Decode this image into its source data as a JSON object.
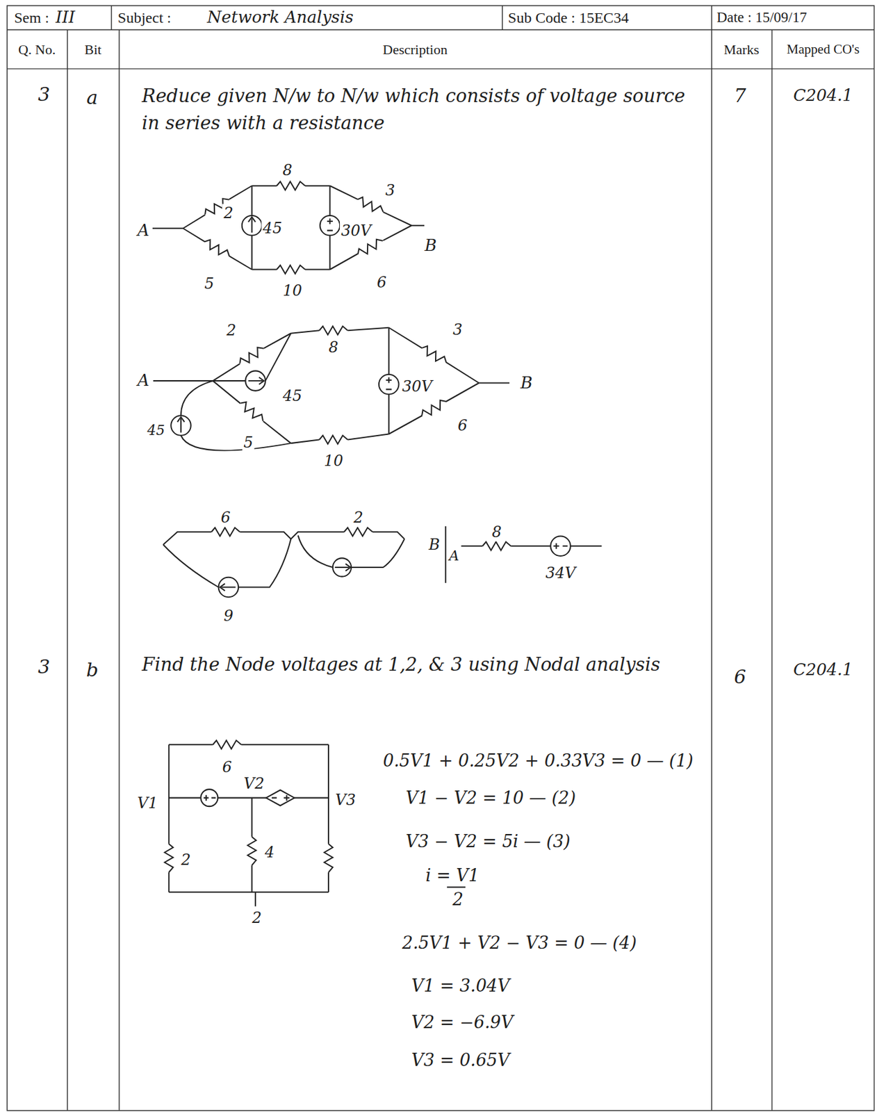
{
  "diagram": {
    "labels": [
      "Sem :",
      "III",
      "Subject :",
      "Network Analysis",
      "Sub Code : 15EC34",
      "Date : 15/09/17",
      "Q. No.",
      "Bit",
      "Description",
      "Marks",
      "Mapped CO's",
      "3",
      "a",
      "Reduce given N/w to N/w which consists of voltage source in series with a resistance",
      "7",
      "C204.1",
      "8",
      "2",
      "45",
      "30V",
      "3",
      "A",
      "B",
      "5",
      "10",
      "6",
      "2",
      "8",
      "3",
      "A",
      "45",
      "30V",
      "B",
      "45",
      "5",
      "10",
      "6",
      "6",
      "2",
      "9",
      "B",
      "A",
      "8",
      "34V",
      "3",
      "b",
      "Find the Node voltages at 1,2, & 3 using Nodal analysis",
      "6",
      "C204.1",
      "6",
      "V1",
      "V2",
      "V3",
      "2",
      "4",
      "2",
      "0.5V1 + 0.25V2 + 0.33V3 = 0 — (1)",
      "V1 − V2 = 10 — (2)",
      "V3 − V2 = 5i — (3)",
      "i = V1",
      "2",
      "2.5V1 + V2 − V3 = 0 — (4)",
      "V1 = 3.04V",
      "V2 = −6.9V",
      "V3 = 0.65V"
    ]
  }
}
